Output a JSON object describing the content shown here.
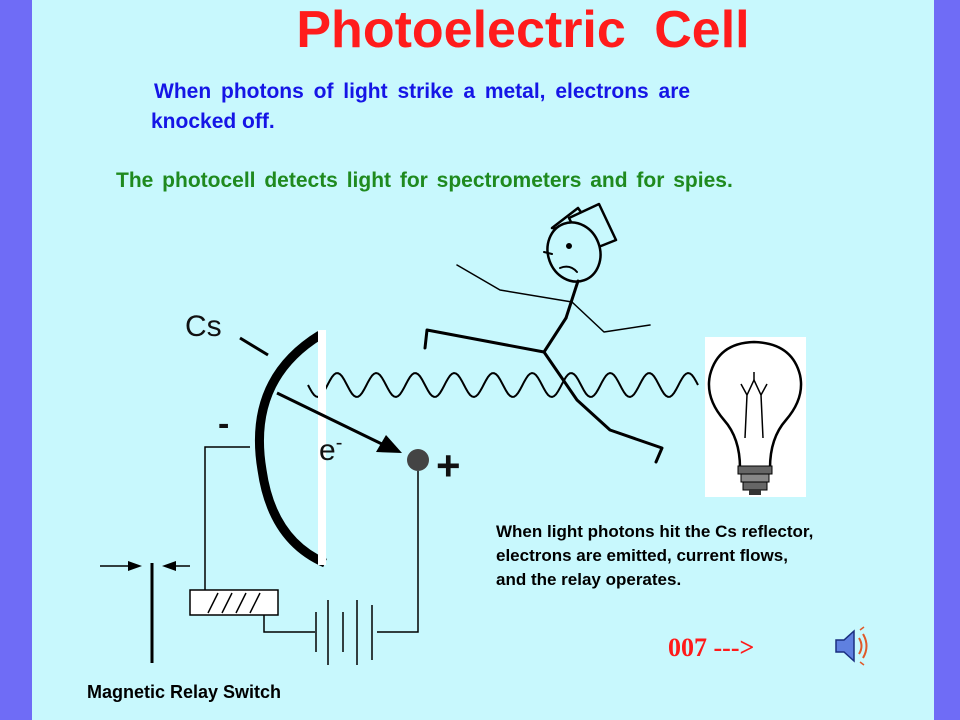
{
  "title": "Photoelectric   Cell",
  "intro_line1": "When photons of light strike a metal, electrons are",
  "intro_line2": "knocked off.",
  "subtitle": "The photocell detects light for spectrometers  and for spies.",
  "labels": {
    "cs": "Cs",
    "minus": "-",
    "electron": "e",
    "electron_charge": "-",
    "plus": "+",
    "relay": "Magnetic Relay Switch"
  },
  "explanation": [
    "When light photons hit the Cs reflector,",
    "electrons are emitted, current flows,",
    "and the relay operates."
  ],
  "next_link": "007 --->",
  "icons": {
    "sound": "speaker-icon",
    "bulb": "light-bulb-icon",
    "person": "stick-figure-spy-icon",
    "battery": "battery-icon",
    "relay": "relay-coil-icon"
  },
  "colors": {
    "background": "#c8f8fd",
    "frame": "#6f6cf6",
    "title": "#ff1c1c",
    "intro": "#1515e6",
    "subtitle": "#1f8a1f",
    "link": "#ff1a1a"
  }
}
